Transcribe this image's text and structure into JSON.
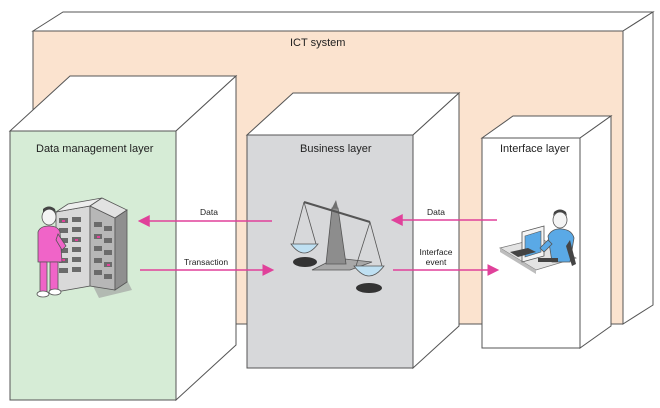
{
  "system": {
    "title": "ICT system"
  },
  "layers": [
    {
      "id": "data-management",
      "title": "Data management layer",
      "fill": "#d6ecd6"
    },
    {
      "id": "business",
      "title": "Business layer",
      "fill": "#d7d8da"
    },
    {
      "id": "interface",
      "title": "Interface layer",
      "fill": "#ffffff"
    }
  ],
  "arrows": {
    "business_to_data": "Data",
    "data_to_business": "Transaction",
    "interface_to_business": "Data",
    "business_to_interface": "Interface event"
  },
  "colors": {
    "system_fill": "#fbe3cf",
    "arrow": "#e0419a",
    "figure_pink": "#f064c8",
    "figure_blue": "#5aa9e6",
    "outline": "#555555"
  },
  "icons": {
    "data_management": "server-rack-with-person-icon",
    "business": "balance-scale-icon",
    "interface": "person-at-computer-icon"
  }
}
